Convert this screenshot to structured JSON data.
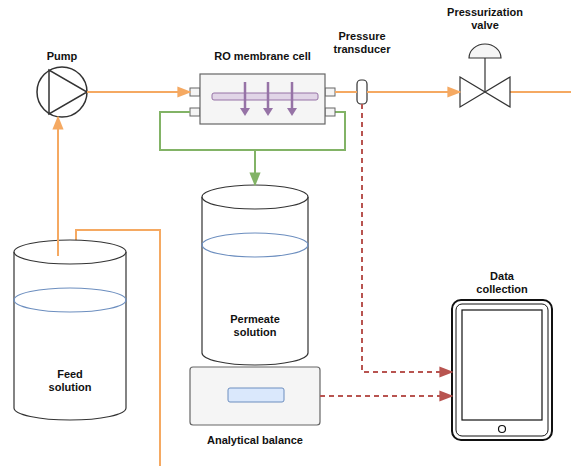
{
  "diagram": {
    "nodes": [
      {
        "text": [
          "Pump"
        ]
      },
      {
        "text": [
          "Pressurization valve"
        ]
      },
      {
        "text": [
          "RO membrane cell"
        ]
      },
      {
        "text": [
          "Pressure transducer"
        ]
      },
      {
        "text": [
          "Data collection"
        ]
      },
      {
        "text": [
          "Feed solution"
        ]
      },
      {
        "text": [
          "Permeate solution"
        ]
      },
      {
        "text": [
          "Analytical balance"
        ]
      }
    ],
    "edges": [
      {
        "from": 5,
        "to": 0,
        "arrow": "to"
      },
      {
        "from": 0,
        "to": 2,
        "arrow": "to"
      },
      {
        "from": 2,
        "to": 3,
        "arrow": "none"
      },
      {
        "from": 3,
        "to": 1,
        "arrow": "to"
      },
      {
        "from": 2,
        "to": 6,
        "arrow": "to"
      },
      {
        "from": 3,
        "to": 4,
        "arrow": "to"
      },
      {
        "from": 7,
        "to": 4,
        "arrow": "to"
      }
    ]
  }
}
